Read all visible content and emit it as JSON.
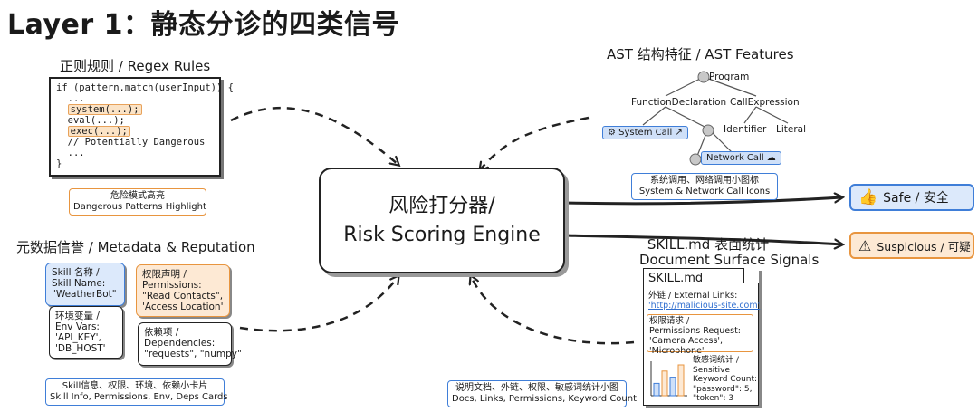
{
  "title": "Layer 1：静态分诊的四类信号",
  "regex": {
    "heading": "正则规则 / Regex Rules",
    "code_lines": [
      {
        "text": "if (pattern.match(userInput)) {",
        "hl": false
      },
      {
        "text": "  ...",
        "hl": false
      },
      {
        "text": "system(...);",
        "hl": true
      },
      {
        "text": "eval(...);",
        "hl": false
      },
      {
        "text": "exec(...);",
        "hl": true
      },
      {
        "text": "// Potentially Dangerous",
        "hl": false
      },
      {
        "text": "  ...",
        "hl": false
      },
      {
        "text": "}",
        "hl": false
      }
    ],
    "caption_line1": "危险模式高亮",
    "caption_line2": "Dangerous Patterns Highlight"
  },
  "ast": {
    "heading": "AST 结构特征 / AST Features",
    "program": "Program",
    "function_decl": "FunctionDeclaration",
    "call_expr": "CallExpression",
    "identifier": "Identifier",
    "literal": "Literal",
    "system_call": "System Call",
    "network_call": "Network Call",
    "caption_line1": "系统调用、网络调用小图标",
    "caption_line2": "System & Network Call Icons"
  },
  "engine": {
    "line1": "风险打分器/",
    "line2": "Risk Scoring Engine"
  },
  "outcomes": {
    "safe": "Safe / 安全",
    "suspicious": "Suspicious / 可疑"
  },
  "metadata": {
    "heading": "元数据信誉 / Metadata & Reputation",
    "skill_card": "Skill 名称 /\nSkill Name:\n\"WeatherBot\"",
    "env_card": "环境变量 /\nEnv Vars:\n'API_KEY',\n'DB_HOST'",
    "perm_card": "权限声明 /\nPermissions:\n\"Read Contacts\",\n'Access Location'",
    "deps_card": "依赖项 /\nDependencies:\n\"requests\", \"numpy\"",
    "caption_line1": "Skill信息、权限、环境、依赖小卡片",
    "caption_line2": "Skill Info, Permissions, Env, Deps Cards"
  },
  "skillmd": {
    "heading_line1": "SKILL.md 表面统计",
    "heading_line2": "Document Surface Signals",
    "doc_title": "SKILL.md",
    "links_label": "外链 / External Links:",
    "links_value": "'http://malicious-site.com'",
    "perm_request": "权限请求 /\nPermissions Request:\n'Camera Access',\n'Microphone'",
    "keyword_stats": "敏感词统计 /\nSensitive\nKeyword Count:\n\"password\": 5,\n\"token\": 3",
    "bar_values": [
      2,
      4,
      3,
      5
    ],
    "caption_line1": "说明文档、外链、权限、敏感词统计小图",
    "caption_line2": "Docs, Links, Permissions, Keyword Count"
  },
  "colors": {
    "accent_blue": "#3f7ed8",
    "accent_orange": "#e8953f",
    "blue_fill": "#dce9fb",
    "orange_fill": "#fde9d4"
  }
}
